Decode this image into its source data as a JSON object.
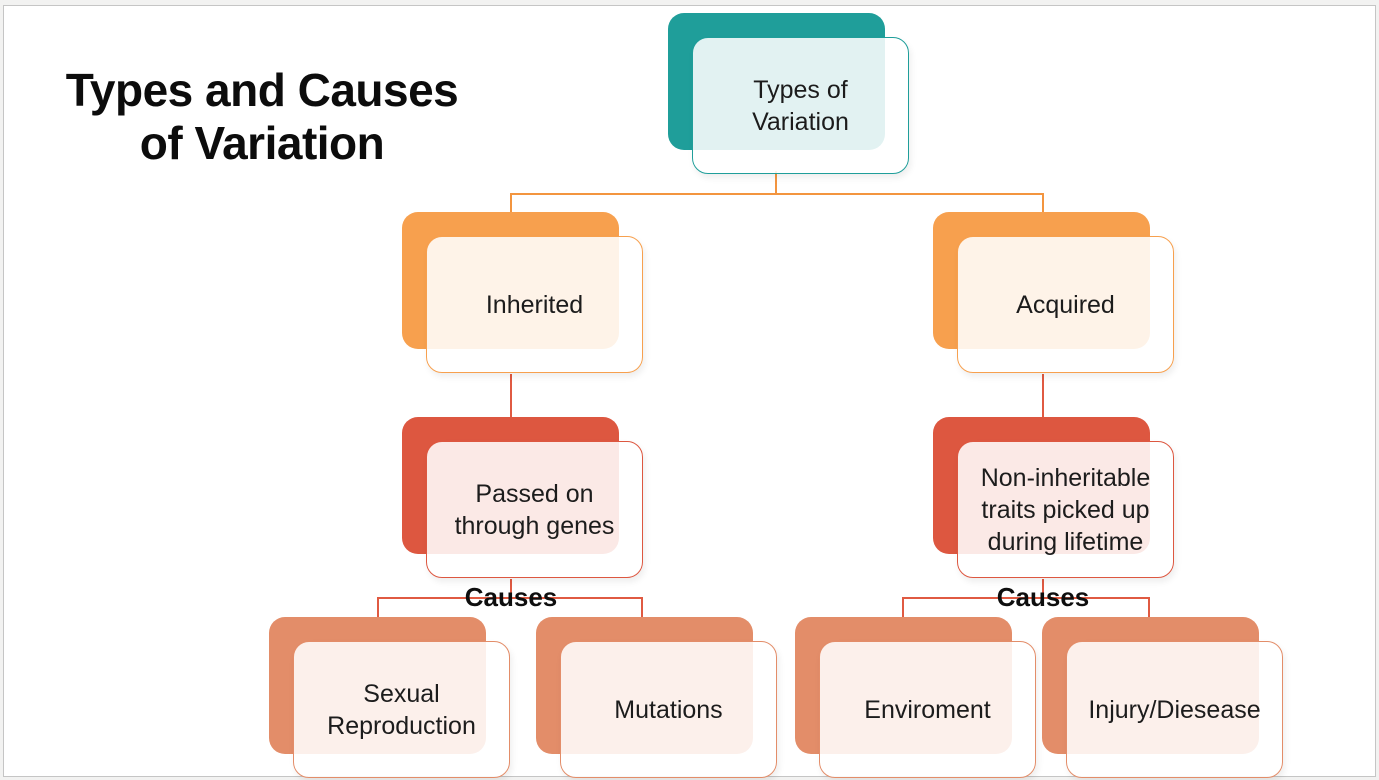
{
  "title": "Types and Causes\nof Variation",
  "colors": {
    "teal": "#1F9E9A",
    "orange": "#F7A04E",
    "red": "#DD5740",
    "salmon": "#E38D69",
    "line_orange": "#F3953F",
    "line_red": "#E05A42"
  },
  "nodes": {
    "root": {
      "label": "Types of\nVariation"
    },
    "inherited": {
      "label": "Inherited"
    },
    "acquired": {
      "label": "Acquired"
    },
    "passed_on": {
      "label": "Passed on\nthrough genes"
    },
    "non_inheritable": {
      "label": "Non-inheritable\ntraits picked up\nduring lifetime"
    },
    "sexual_reproduction": {
      "label": "Sexual\nReproduction"
    },
    "mutations": {
      "label": "Mutations"
    },
    "environment": {
      "label": "Enviroment"
    },
    "injury_disease": {
      "label": "Injury/Diesease"
    }
  },
  "labels": {
    "causes_left": "Causes",
    "causes_right": "Causes"
  }
}
